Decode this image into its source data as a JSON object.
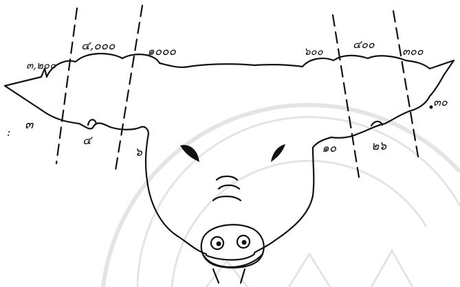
{
  "labels": {
    "top_far_left": "๓,๒๐๐",
    "top_left_mid": "๔,๐๐๐",
    "top_left_inner": "๑๐๐๐",
    "top_right_inner": "๖๐๐",
    "top_right_mid": "๔๐๐",
    "top_far_right": "๓๐๐",
    "right_side": "๓๐",
    "bottom_far_left": "๓",
    "bottom_left_mid": "๔",
    "bottom_left_inner": "๖",
    "bottom_right_inner": "๑๐",
    "bottom_right_mid": "๒๖",
    "left_dot": ":"
  },
  "colors": {
    "ink": "#111111",
    "watermark": "#e4e4e4",
    "background": "#ffffff"
  }
}
